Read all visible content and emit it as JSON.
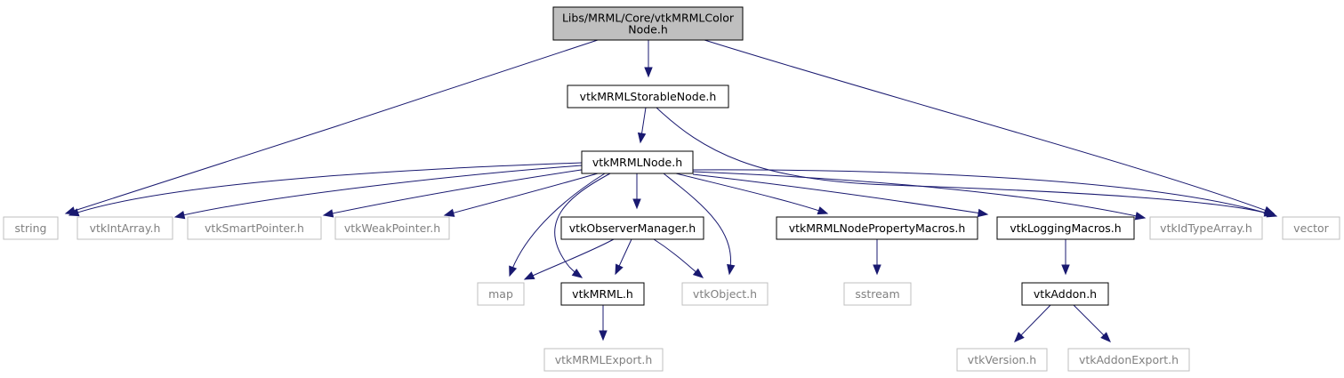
{
  "diagram": {
    "type": "include-dependency-graph",
    "colors": {
      "edge": "#191970",
      "root_fill": "#bfbfbf",
      "documented_border": "#000000",
      "external_border": "#bfbfbf",
      "external_text": "#808080",
      "text": "#000000"
    },
    "nodes": [
      {
        "id": "root",
        "lines": [
          "Libs/MRML/Core/vtkMRMLColor",
          "Node.h"
        ],
        "kind": "root"
      },
      {
        "id": "storable",
        "lines": [
          "vtkMRMLStorableNode.h"
        ],
        "kind": "documented"
      },
      {
        "id": "mrmlnode",
        "lines": [
          "vtkMRMLNode.h"
        ],
        "kind": "documented"
      },
      {
        "id": "string",
        "lines": [
          "string"
        ],
        "kind": "external"
      },
      {
        "id": "intarray",
        "lines": [
          "vtkIntArray.h"
        ],
        "kind": "external"
      },
      {
        "id": "smartptr",
        "lines": [
          "vtkSmartPointer.h"
        ],
        "kind": "external"
      },
      {
        "id": "weakptr",
        "lines": [
          "vtkWeakPointer.h"
        ],
        "kind": "external"
      },
      {
        "id": "map",
        "lines": [
          "map"
        ],
        "kind": "external"
      },
      {
        "id": "obsmgr",
        "lines": [
          "vtkObserverManager.h"
        ],
        "kind": "documented"
      },
      {
        "id": "vtkmrml",
        "lines": [
          "vtkMRML.h"
        ],
        "kind": "documented"
      },
      {
        "id": "vtkobject",
        "lines": [
          "vtkObject.h"
        ],
        "kind": "external"
      },
      {
        "id": "propmacros",
        "lines": [
          "vtkMRMLNodePropertyMacros.h"
        ],
        "kind": "documented"
      },
      {
        "id": "sstream",
        "lines": [
          "sstream"
        ],
        "kind": "external"
      },
      {
        "id": "logmacros",
        "lines": [
          "vtkLoggingMacros.h"
        ],
        "kind": "documented"
      },
      {
        "id": "addon",
        "lines": [
          "vtkAddon.h"
        ],
        "kind": "documented"
      },
      {
        "id": "idtype",
        "lines": [
          "vtkIdTypeArray.h"
        ],
        "kind": "external"
      },
      {
        "id": "vector",
        "lines": [
          "vector"
        ],
        "kind": "external"
      },
      {
        "id": "mrmlexport",
        "lines": [
          "vtkMRMLExport.h"
        ],
        "kind": "external"
      },
      {
        "id": "version",
        "lines": [
          "vtkVersion.h"
        ],
        "kind": "external"
      },
      {
        "id": "addonexport",
        "lines": [
          "vtkAddonExport.h"
        ],
        "kind": "external"
      }
    ],
    "edges": [
      [
        "root",
        "storable"
      ],
      [
        "root",
        "string"
      ],
      [
        "root",
        "vector"
      ],
      [
        "storable",
        "mrmlnode"
      ],
      [
        "storable",
        "vector"
      ],
      [
        "mrmlnode",
        "string"
      ],
      [
        "mrmlnode",
        "intarray"
      ],
      [
        "mrmlnode",
        "smartptr"
      ],
      [
        "mrmlnode",
        "weakptr"
      ],
      [
        "mrmlnode",
        "map"
      ],
      [
        "mrmlnode",
        "obsmgr"
      ],
      [
        "mrmlnode",
        "vtkmrml"
      ],
      [
        "mrmlnode",
        "vtkobject"
      ],
      [
        "mrmlnode",
        "propmacros"
      ],
      [
        "mrmlnode",
        "logmacros"
      ],
      [
        "mrmlnode",
        "idtype"
      ],
      [
        "mrmlnode",
        "vector"
      ],
      [
        "obsmgr",
        "map"
      ],
      [
        "obsmgr",
        "vtkmrml"
      ],
      [
        "obsmgr",
        "vtkobject"
      ],
      [
        "vtkmrml",
        "mrmlexport"
      ],
      [
        "propmacros",
        "sstream"
      ],
      [
        "logmacros",
        "addon"
      ],
      [
        "addon",
        "version"
      ],
      [
        "addon",
        "addonexport"
      ]
    ]
  }
}
